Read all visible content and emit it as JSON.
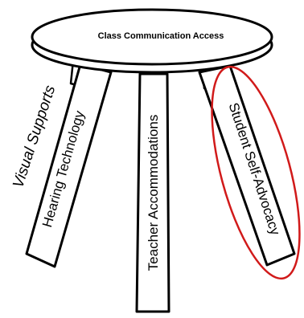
{
  "seat": {
    "label": "Class Communication Access"
  },
  "legs": [
    {
      "label": "Hearing Technology"
    },
    {
      "label": "Teacher Accommodations"
    },
    {
      "label": "Student Self-Advocacy"
    }
  ],
  "side_label": "Visual Supports",
  "colors": {
    "outline": "#000000",
    "fill": "#ffffff",
    "highlight": "#d11a1a"
  }
}
